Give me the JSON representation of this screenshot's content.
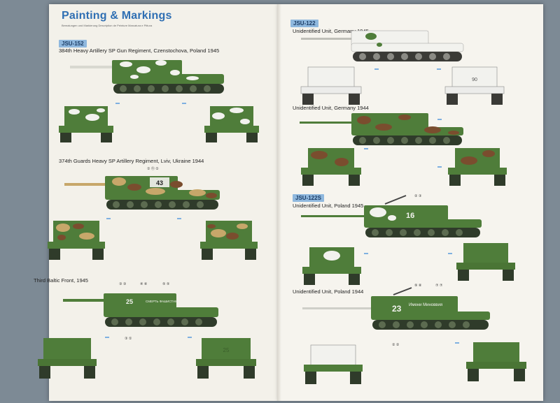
{
  "header": {
    "title": "Painting & Markings",
    "subtitle": "Bemalungen und Markierung   Description de Peinture   Marcatura e Pittura"
  },
  "badges": {
    "left_jsu152": "JSU-152",
    "right_jsu122": "JSU-122",
    "right_jsu122s": "JSU-122S"
  },
  "captions": {
    "l1": "384th Heavy Artillery SP Gun Regiment, Czenstochova, Poland 1945",
    "l2": "374th Guards Heavy SP Artillery Regiment, Lviv, Ukraine 1944",
    "l3": "Third Baltic Front, 1945",
    "r1": "Unidentified Unit, Germany 1945",
    "r2": "Unidentified Unit, Germany 1944",
    "r3": "Unidentified Unit, Poland 1945",
    "r4": "Unidentified Unit, Poland 1944"
  },
  "markings": {
    "l2_num": "43",
    "l3_num": "25",
    "l3_slogan": "СМЕРТЬ ФАШИСТАМ",
    "r3_num": "16",
    "r4_num": "23",
    "r4_slogan": "Имени Миноввия",
    "r1_rear": "90",
    "l3_rear": "25"
  },
  "decal_refs": {
    "l2": "① ⑪ ①",
    "l3a": "③ ③",
    "l3b": "④ ⑥",
    "l3c": "⑤ ⑤",
    "l3d": "③ ①",
    "r3": "② ③",
    "r4a": "⑨ ⑧",
    "r4b": "⑦ ⑦",
    "r4c": "② ②"
  },
  "colors": {
    "green": "#4f7d3a",
    "dark_green": "#3b5f2b",
    "brown": "#7a4d2e",
    "tan": "#c7a76a",
    "white": "#f2f2ee",
    "accent_blue": "#2f6fb3"
  }
}
